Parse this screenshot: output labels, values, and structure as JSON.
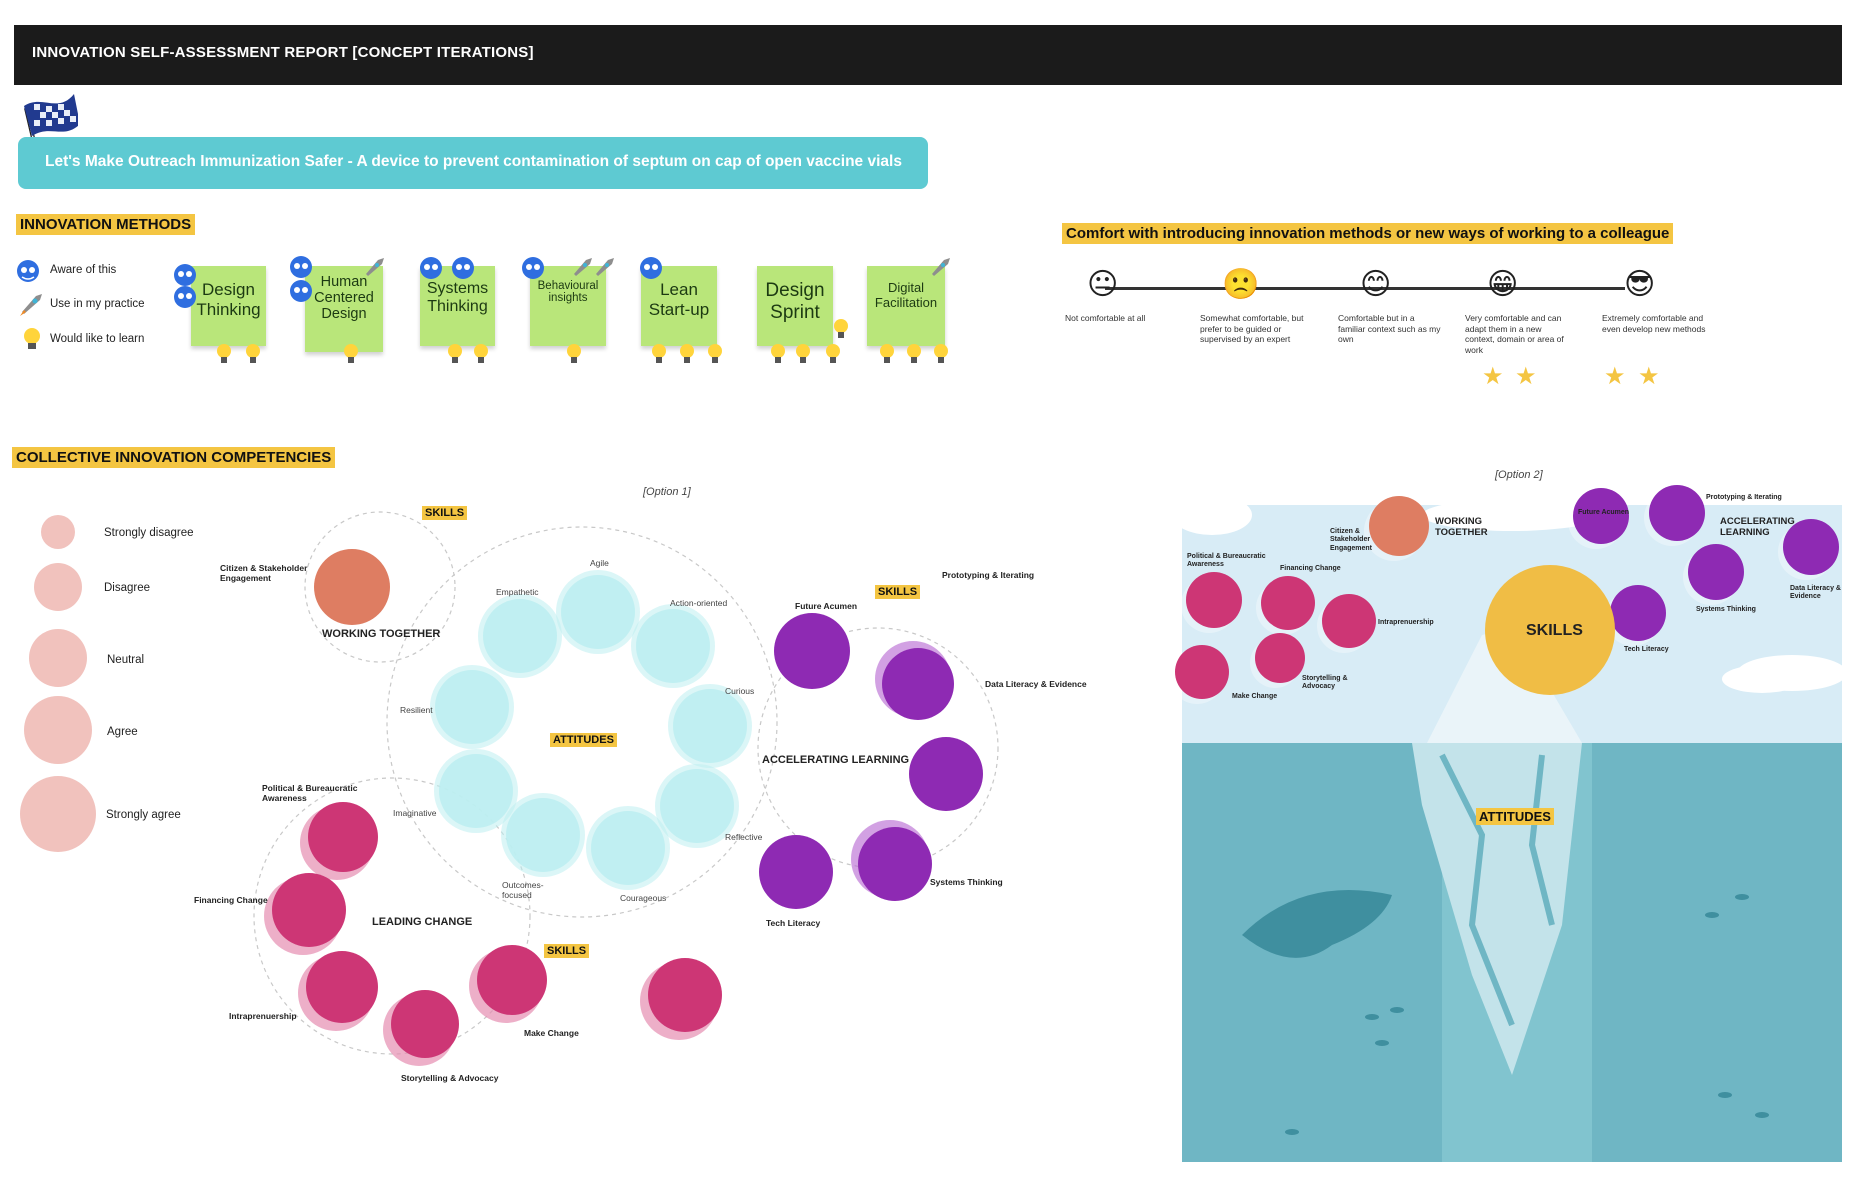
{
  "header": {
    "title": "INNOVATION SELF-ASSESSMENT REPORT [CONCEPT ITERATIONS]"
  },
  "banner": {
    "text": "Let's Make Outreach Immunization Safer - A device to prevent contamination of septum on cap of open vaccine vials"
  },
  "innovation_methods": {
    "title": "INNOVATION METHODS",
    "legend": [
      {
        "label": "Aware of this",
        "icon": "face-icon"
      },
      {
        "label": "Use in my practice",
        "icon": "rocket-icon"
      },
      {
        "label": "Would like to learn",
        "icon": "lightbulb-icon"
      }
    ],
    "methods": [
      {
        "name": "Design Thinking",
        "lines": [
          "Design",
          "Thinking"
        ]
      },
      {
        "name": "Human Centered Design",
        "lines": [
          "Human",
          "Centered",
          "Design"
        ]
      },
      {
        "name": "Systems Thinking",
        "lines": [
          "Systems",
          "Thinking"
        ]
      },
      {
        "name": "Behavioural insights",
        "lines": [
          "Behavioural",
          "insights"
        ]
      },
      {
        "name": "Lean Start-up",
        "lines": [
          "Lean",
          "Start-up"
        ]
      },
      {
        "name": "Design Sprint",
        "lines": [
          "Design",
          "Sprint"
        ]
      },
      {
        "name": "Digital Facilitation",
        "lines": [
          "Digital",
          "Facilitation"
        ]
      }
    ]
  },
  "comfort": {
    "title": "Comfort with introducing innovation methods or new ways of working to a colleague",
    "levels": [
      {
        "emoji": "😐",
        "label": "Not comfortable at all"
      },
      {
        "emoji": "🙁",
        "label": "Somewhat comfortable, but prefer to be guided or supervised by an expert"
      },
      {
        "emoji": "😊",
        "label": "Comfortable but in a familiar context such as my own"
      },
      {
        "emoji": "😁",
        "label": "Very comfortable and can adapt them in a new context, domain or area of work"
      },
      {
        "emoji": "😎",
        "label": "Extremely comfortable and even develop new methods"
      }
    ]
  },
  "competencies": {
    "title": "COLLECTIVE INNOVATION COMPETENCIES",
    "option1": "[Option 1]",
    "option2": "[Option 2]",
    "scale": [
      "Strongly disagree",
      "Disagree",
      "Neutral",
      "Agree",
      "Strongly agree"
    ],
    "labels": {
      "skills": "SKILLS",
      "attitudes": "ATTITUDES",
      "working_together": "WORKING TOGETHER",
      "accelerating_learning": "ACCELERATING LEARNING",
      "leading_change": "LEADING CHANGE",
      "citizen": "Citizen & Stakeholder Engagement",
      "prototyping": "Prototyping & Iterating",
      "future_acumen": "Future Acumen",
      "data_literacy": "Data Literacy & Evidence",
      "systems_thinking": "Systems Thinking",
      "tech_literacy": "Tech Literacy",
      "political": "Political & Bureaucratic Awareness",
      "financing": "Financing Change",
      "intrapreneurship": "Intraprenuership",
      "storytelling": "Storytelling & Advocacy",
      "make_change": "Make Change",
      "agile": "Agile",
      "empathetic": "Empathetic",
      "action_oriented": "Action-oriented",
      "curious": "Curious",
      "resilient": "Resilient",
      "imaginative": "Imaginative",
      "reflective": "Reflective",
      "outcomes": "Outcomes-focused",
      "courageous": "Courageous"
    }
  },
  "colors": {
    "topbar": "#1b1b1b",
    "banner": "#5ecad2",
    "highlight": "#f4c542",
    "sticky": "#b9e67a",
    "attitude": "#bdeef1",
    "purple": "#8e2ab3",
    "magenta": "#cd3675",
    "orange": "#de7d62",
    "scale": "#f1c2bd",
    "sky": "#d8ecf6",
    "sea": "#6fb6c4"
  }
}
